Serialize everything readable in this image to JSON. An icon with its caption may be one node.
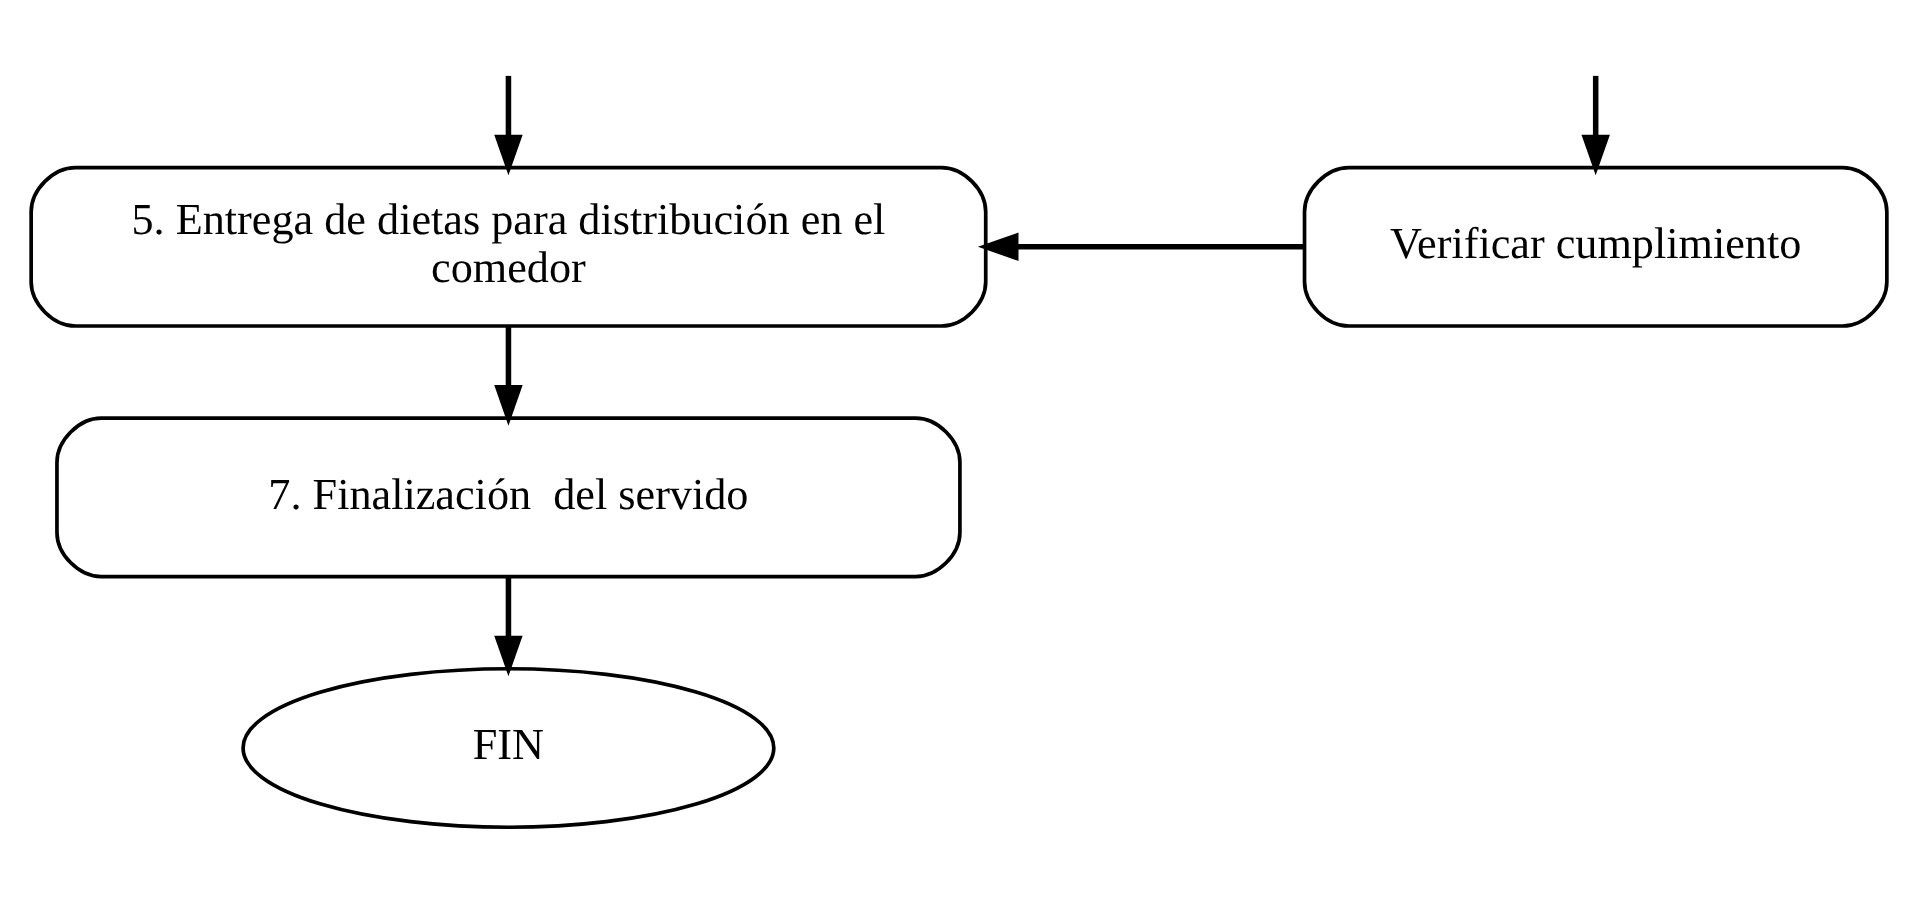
{
  "diagram": {
    "nodes": [
      {
        "text": [
          "5. Entrega de dietas para distribución en el comedor"
        ]
      },
      {
        "text": [
          "Verificar cumplimiento"
        ]
      },
      {
        "text": [
          "7. Finalización  del servido"
        ]
      },
      {
        "text": [
          "FIN"
        ]
      }
    ],
    "edges": [
      {
        "from": null,
        "to": 0,
        "arrow": "to"
      },
      {
        "from": null,
        "to": 1,
        "arrow": "to"
      },
      {
        "from": 1,
        "to": 0,
        "arrow": "to"
      },
      {
        "from": 0,
        "to": 2,
        "arrow": "to"
      },
      {
        "from": 2,
        "to": 3,
        "arrow": "to"
      }
    ]
  }
}
